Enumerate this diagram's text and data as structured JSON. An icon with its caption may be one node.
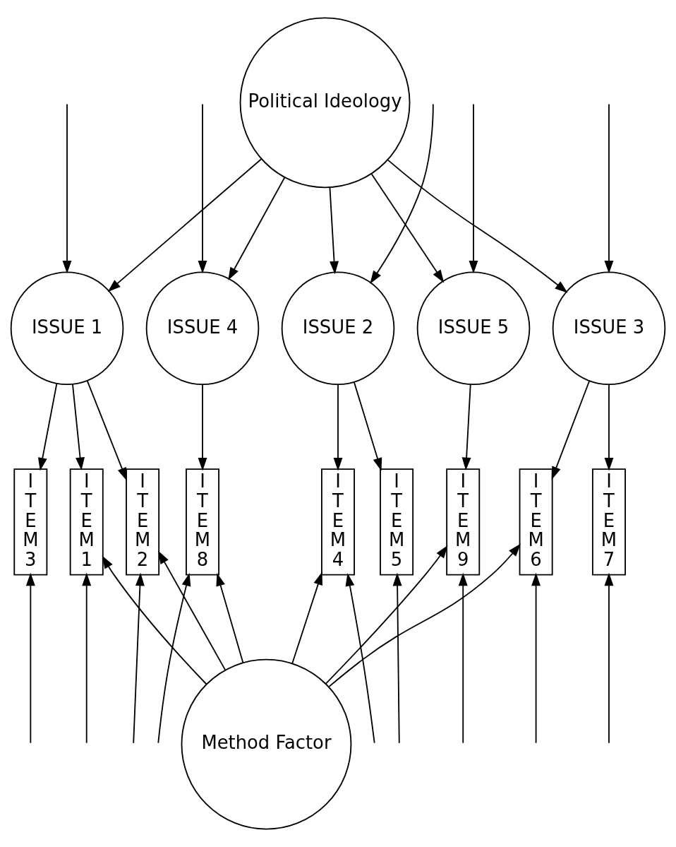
{
  "diagram": {
    "nodes": [
      {
        "text": [
          "Political Ideology"
        ]
      },
      {
        "text": [
          "ISSUE 1"
        ]
      },
      {
        "text": [
          "ISSUE 2"
        ]
      },
      {
        "text": [
          "ISSUE 3"
        ]
      },
      {
        "text": [
          "ISSUE 4"
        ]
      },
      {
        "text": [
          "ISSUE 5"
        ]
      },
      {
        "text": [
          "ITEM 1"
        ]
      },
      {
        "text": [
          "ITEM 2"
        ]
      },
      {
        "text": [
          "ITEM 3"
        ]
      },
      {
        "text": [
          "ITEM 4"
        ]
      },
      {
        "text": [
          "ITEM 5"
        ]
      },
      {
        "text": [
          "ITEM 6"
        ]
      },
      {
        "text": [
          "ITEM 7"
        ]
      },
      {
        "text": [
          "ITEM 8"
        ]
      },
      {
        "text": [
          "ITEM 9"
        ]
      },
      {
        "text": [
          "Method Factor"
        ]
      }
    ],
    "edges": [
      {
        "from": 0,
        "to": 1,
        "arrow": "to"
      },
      {
        "from": 0,
        "to": 2,
        "arrow": "to"
      },
      {
        "from": 0,
        "to": 3,
        "arrow": "to"
      },
      {
        "from": 0,
        "to": 4,
        "arrow": "to"
      },
      {
        "from": 0,
        "to": 5,
        "arrow": "to"
      },
      {
        "from": null,
        "to": 1,
        "arrow": "to"
      },
      {
        "from": null,
        "to": 2,
        "arrow": "to"
      },
      {
        "from": null,
        "to": 3,
        "arrow": "to"
      },
      {
        "from": null,
        "to": 4,
        "arrow": "to"
      },
      {
        "from": null,
        "to": 5,
        "arrow": "to"
      },
      {
        "from": 1,
        "to": 6,
        "arrow": "to"
      },
      {
        "from": 1,
        "to": 7,
        "arrow": "to"
      },
      {
        "from": 1,
        "to": 8,
        "arrow": "to"
      },
      {
        "from": 2,
        "to": 9,
        "arrow": "to"
      },
      {
        "from": 2,
        "to": 10,
        "arrow": "to"
      },
      {
        "from": 3,
        "to": 11,
        "arrow": "to"
      },
      {
        "from": 3,
        "to": 12,
        "arrow": "to"
      },
      {
        "from": 4,
        "to": 13,
        "arrow": "to"
      },
      {
        "from": 5,
        "to": 14,
        "arrow": "to"
      },
      {
        "from": null,
        "to": 6,
        "arrow": "to"
      },
      {
        "from": null,
        "to": 7,
        "arrow": "to"
      },
      {
        "from": null,
        "to": 8,
        "arrow": "to"
      },
      {
        "from": null,
        "to": 9,
        "arrow": "to"
      },
      {
        "from": null,
        "to": 10,
        "arrow": "to"
      },
      {
        "from": null,
        "to": 11,
        "arrow": "to"
      },
      {
        "from": null,
        "to": 12,
        "arrow": "to"
      },
      {
        "from": null,
        "to": 13,
        "arrow": "to"
      },
      {
        "from": null,
        "to": 14,
        "arrow": "to"
      },
      {
        "from": 15,
        "to": 6,
        "arrow": "to"
      },
      {
        "from": 15,
        "to": 7,
        "arrow": "to"
      },
      {
        "from": 15,
        "to": 9,
        "arrow": "to"
      },
      {
        "from": 15,
        "to": 11,
        "arrow": "to"
      },
      {
        "from": 15,
        "to": 13,
        "arrow": "to"
      },
      {
        "from": 15,
        "to": 14,
        "arrow": "to"
      }
    ]
  }
}
